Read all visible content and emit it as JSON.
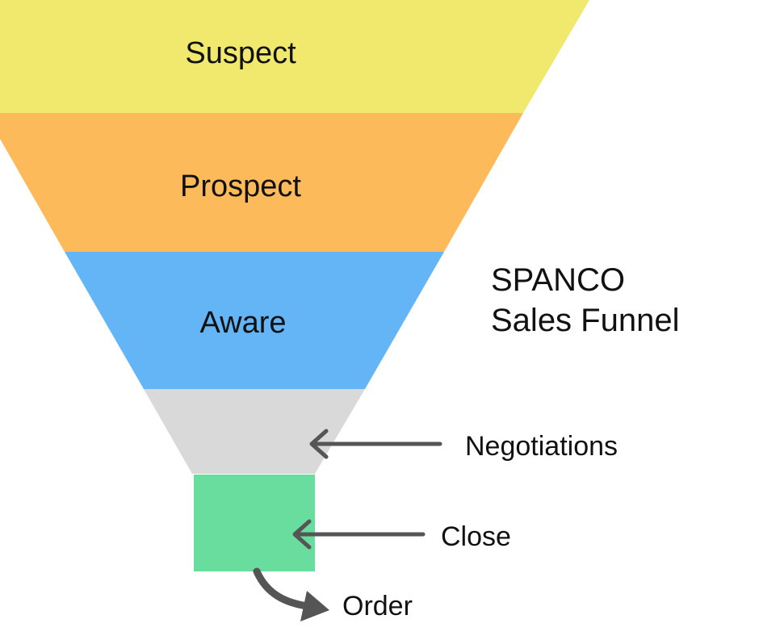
{
  "title": {
    "line1": "SPANCO",
    "line2": "Sales Funnel"
  },
  "stages": [
    {
      "label": "Suspect",
      "color": "#F0E96E"
    },
    {
      "label": "Prospect",
      "color": "#FDBA5A"
    },
    {
      "label": "Aware",
      "color": "#64B5F6"
    },
    {
      "label": "Negotiations",
      "color": "#D9D9D9"
    },
    {
      "label": "Close",
      "color": "#69DD9D"
    }
  ],
  "outcome": {
    "label": "Order"
  },
  "arrow_color": "#555555"
}
